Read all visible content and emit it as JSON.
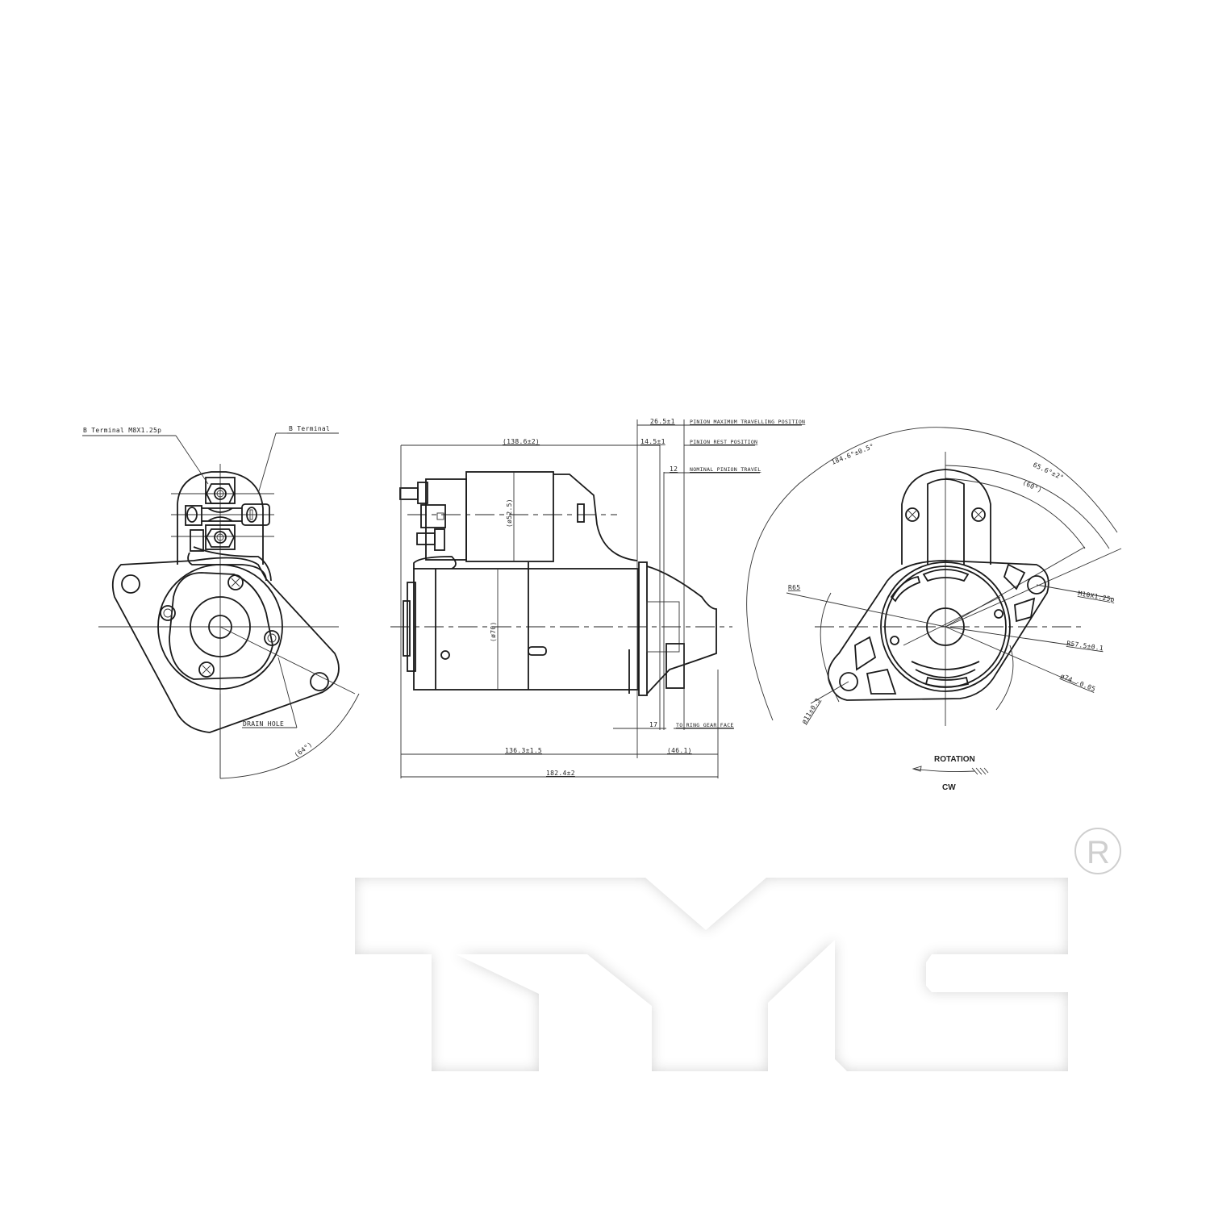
{
  "drawing": {
    "title": "Starter Motor Technical Drawing",
    "views": {
      "front": {
        "callouts": {
          "b_terminal_thread": "B Terminal M8X1.25p",
          "b_terminal": "B Terminal",
          "drain_hole": "DRAIN HOLE",
          "angle": "(64°)"
        }
      },
      "side": {
        "dimensions": {
          "overall_body": "(138.6±2)",
          "pinion_max_travel": "26.5±1",
          "pinion_rest": "14.5±1",
          "nominal_travel": "12",
          "solenoid_dia": "(ø52.5)",
          "motor_dia": "(ø70)",
          "ring_gear": "17",
          "mount_to_flange": "136.3±1.5",
          "nose_length": "(46.1)",
          "overall_length": "182.4±2"
        },
        "notes": {
          "pinion_max": "PINION MAXIMUM TRAVELLING POSITION",
          "pinion_rest": "PINION REST POSITION",
          "nominal_travel": "NOMINAL PINION TRAVEL",
          "ring_gear_face": "TO RING GEAR FACE"
        }
      },
      "rear": {
        "dimensions": {
          "arc_large": "184.6°±0.5°",
          "arc_mid": "65.6°±2°",
          "arc_small": "(60°)",
          "radius_65": "R65",
          "bolt_thread": "M10X1.25p",
          "radius_57": "R57.5±0.1",
          "pilot_dia": "ø74 -0.05",
          "hole_dia": "ø11±0.3"
        },
        "rotation": {
          "label": "ROTATION",
          "direction": "CW"
        }
      }
    }
  },
  "branding": {
    "logo_text": "TYC",
    "registered_mark": "R",
    "logo_color": "#ffffff",
    "shadow_color": "#cfcfcf"
  }
}
